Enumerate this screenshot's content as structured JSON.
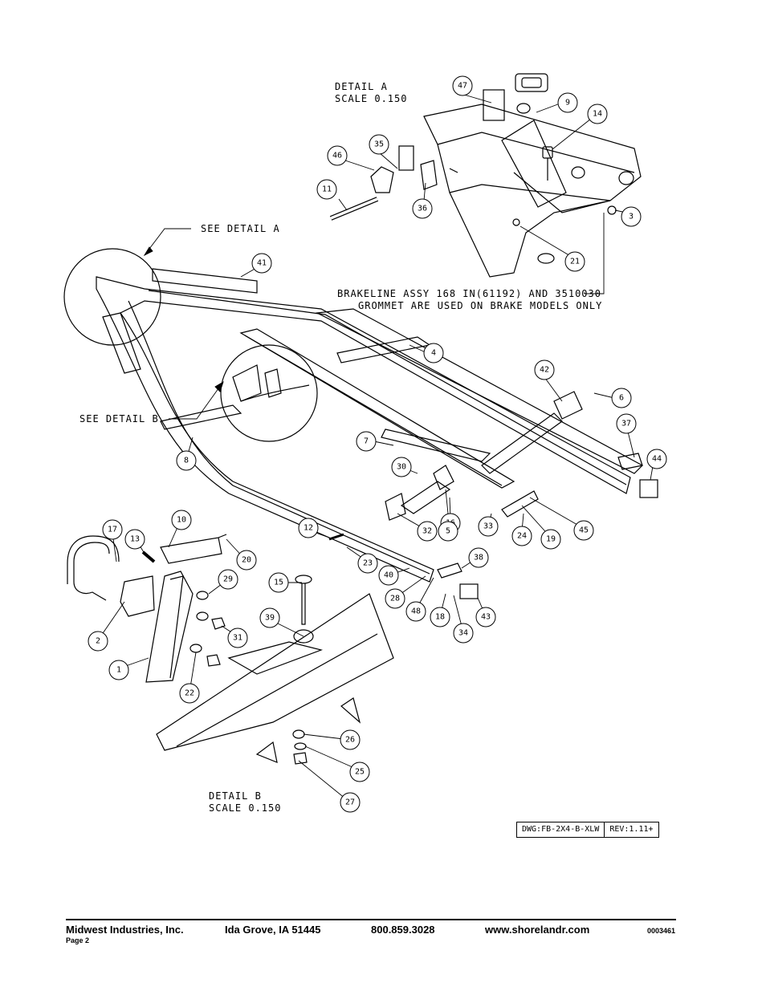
{
  "detail_a": {
    "title": "DETAIL  A",
    "scale": "SCALE  0.150",
    "see_label": "SEE DETAIL  A"
  },
  "detail_b": {
    "title": "DETAIL  B",
    "scale": "SCALE  0.150",
    "see_label": "SEE DETAIL  B"
  },
  "note": {
    "line1": "BRAKELINE ASSY 168 IN(61192) AND 3510030",
    "line2": "GROMMET ARE USED ON BRAKE MODELS ONLY"
  },
  "callouts": [
    "47",
    "9",
    "14",
    "35",
    "46",
    "11",
    "36",
    "3",
    "21",
    "41",
    "4",
    "42",
    "6",
    "37",
    "44",
    "7",
    "30",
    "32",
    "16",
    "5",
    "33",
    "24",
    "19",
    "45",
    "17",
    "10",
    "13",
    "20",
    "12",
    "23",
    "38",
    "40",
    "28",
    "48",
    "18",
    "43",
    "34",
    "29",
    "2",
    "15",
    "39",
    "31",
    "1",
    "22",
    "26",
    "25",
    "27",
    "8"
  ],
  "title_block": {
    "dwg": "DWG:FB-2X4-B-XLW",
    "rev": "REV:1.11+"
  },
  "footer": {
    "company": "Midwest Industries, Inc.",
    "city": "Ida Grove, IA  51445",
    "phone": "800.859.3028",
    "website": "www.shorelandr.com",
    "doc_code": "0003461",
    "page": "Page 2"
  }
}
